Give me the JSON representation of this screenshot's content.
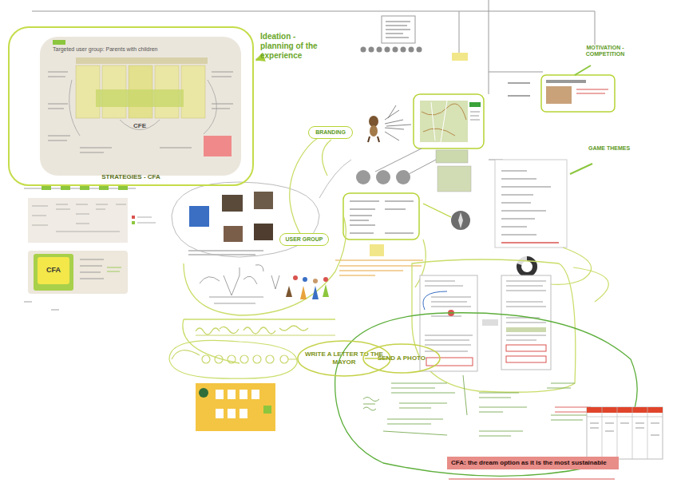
{
  "diagram": {
    "nodes": [
      {
        "text": [
          "STRATEGIES - CFA"
        ]
      },
      {
        "text": [
          "CFE"
        ],
        "in": 0
      },
      {
        "text": [
          "Ideation - planning of the experience"
        ]
      },
      {
        "text": [
          "BRANDING"
        ]
      },
      {
        "text": [
          "USER GROUP"
        ]
      },
      {
        "text": [
          "MOTIVATION - COMPETITION"
        ]
      },
      {
        "text": [
          "GAME THEMES"
        ]
      },
      {
        "text": [
          "WRITE A LETTER TO THE MAYOR"
        ]
      },
      {
        "text": [
          "SEND A PHOTO"
        ]
      },
      {
        "text": [
          "CFA: the dream option as it is the most sustainable"
        ]
      }
    ],
    "edges": [
      {
        "from": 2,
        "to": 0,
        "arrow": "to"
      },
      {
        "from": 7,
        "to": 8,
        "arrow": "none"
      }
    ],
    "labels": [
      "Targeted user group: Parents with children",
      "CFA"
    ]
  }
}
